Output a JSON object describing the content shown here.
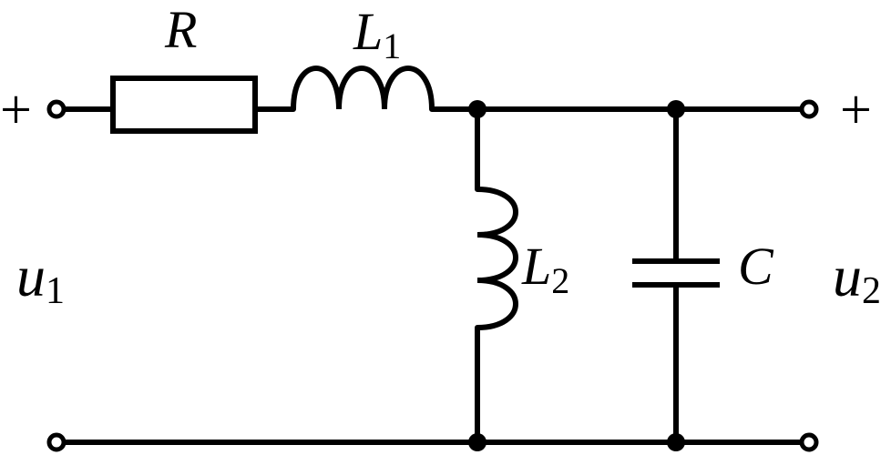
{
  "labels": {
    "resistor": "R",
    "inductor1": {
      "main": "L",
      "sub": "1"
    },
    "inductor2": {
      "main": "L",
      "sub": "2"
    },
    "capacitor": "C",
    "input_voltage": {
      "main": "u",
      "sub": "1"
    },
    "output_voltage": {
      "main": "u",
      "sub": "2"
    },
    "input_plus": "+",
    "output_plus": "+"
  },
  "colors": {
    "line": "#000000",
    "background": "#ffffff"
  }
}
